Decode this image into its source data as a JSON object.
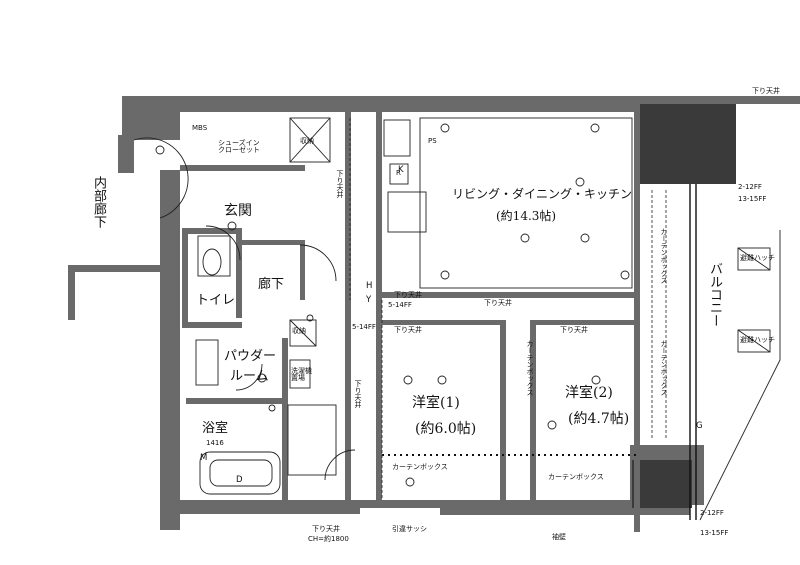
{
  "rooms": {
    "ldk_name": "リビング・ダイニング・キッチン",
    "ldk_size": "(約14.3帖)",
    "western1_name": "洋室(1)",
    "western1_size": "(約6.0帖)",
    "western2_name": "洋室(2)",
    "western2_size": "(約4.7帖)",
    "entrance": "玄関",
    "toilet": "トイレ",
    "hallway": "廊下",
    "powder_line1": "パウダー",
    "powder_line2": "ルーム",
    "bath": "浴室",
    "bath_size": "1416",
    "balcony": "バルコニー",
    "corridor": "内部廊下"
  },
  "labels": {
    "mbs": "MBS",
    "shoe_closet": "シューズイン クローゼット",
    "storage": "収納",
    "ps": "PS",
    "fridge": "R",
    "washer": "洗濯機 置場",
    "down_beam_1": "下り天井",
    "down_beam_2": "下り天井",
    "down_beam_3": "下り天井",
    "down_beam_4": "下り天井",
    "down_beam_5": "下り天井",
    "down_beam_6": "下り天井",
    "down_beam_7": "下り天井",
    "top_right_note": "下り天井",
    "curtain_box_1": "カーテンボックス",
    "curtain_box_2": "カーテンボックス",
    "curtain_box_3": "カーテンボックス",
    "curtain_box_4": "カーテンボックス",
    "curtain_box_5": "カーテンボックス",
    "evac_hatch_1": "避難ハッチ",
    "evac_hatch_2": "避難ハッチ",
    "sash_note": "引違サッシ",
    "bottom_right_note": "袖壁",
    "ceiling_h": "CH=約1800",
    "dim_1": "2-12FF",
    "dim_2": "13-15FF",
    "dim_3": "2-12FF",
    "dim_4": "13-15FF",
    "dim_5": "5-14FF",
    "dim_6": "5-14FF",
    "mark_h": "H",
    "mark_y": "Y",
    "mark_d": "D",
    "mark_m": "M",
    "mark_g": "G",
    "mark_k": "K"
  }
}
